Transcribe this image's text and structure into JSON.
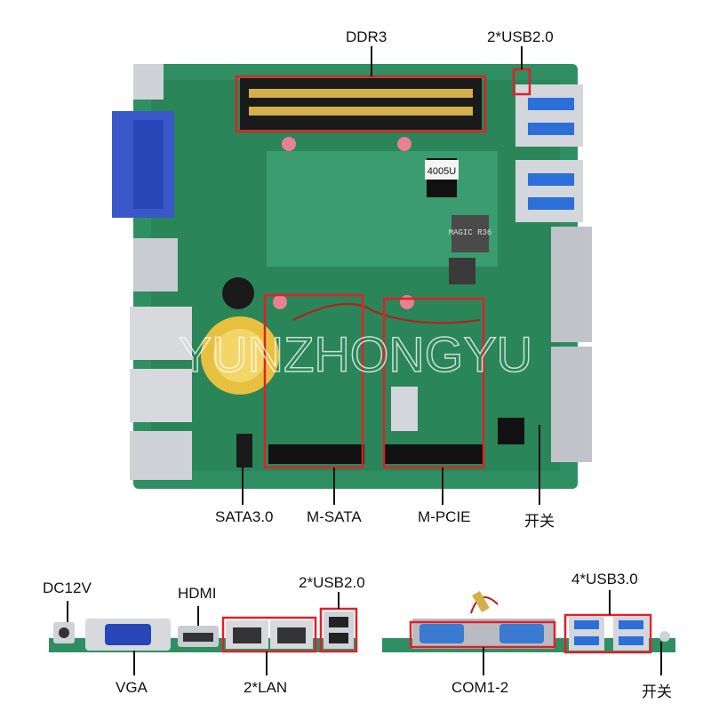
{
  "labels": {
    "ddr3": "DDR3",
    "usb2_top": "2*USB2.0",
    "sata": "SATA3.0",
    "msata": "M-SATA",
    "mpcie": "M-PCIE",
    "switch_top": "开关",
    "dc12v": "DC12V",
    "hdmi": "HDMI",
    "usb2_rear": "2*USB2.0",
    "usb3": "4*USB3.0",
    "vga": "VGA",
    "lan": "2*LAN",
    "com": "COM1-2",
    "switch_rear": "开关"
  },
  "chip_texts": {
    "cpu_label": "4005U",
    "inductor": "MAGIC R36",
    "watermark": "YUNZHONGYU"
  },
  "colors": {
    "pcb": "#2f8f62",
    "pcb_dark": "#1f6e49",
    "highlight": "#e0202a",
    "metal": "#c9ccd0",
    "vga_blue": "#2846b8",
    "usb3_blue": "#2d6fd8"
  }
}
